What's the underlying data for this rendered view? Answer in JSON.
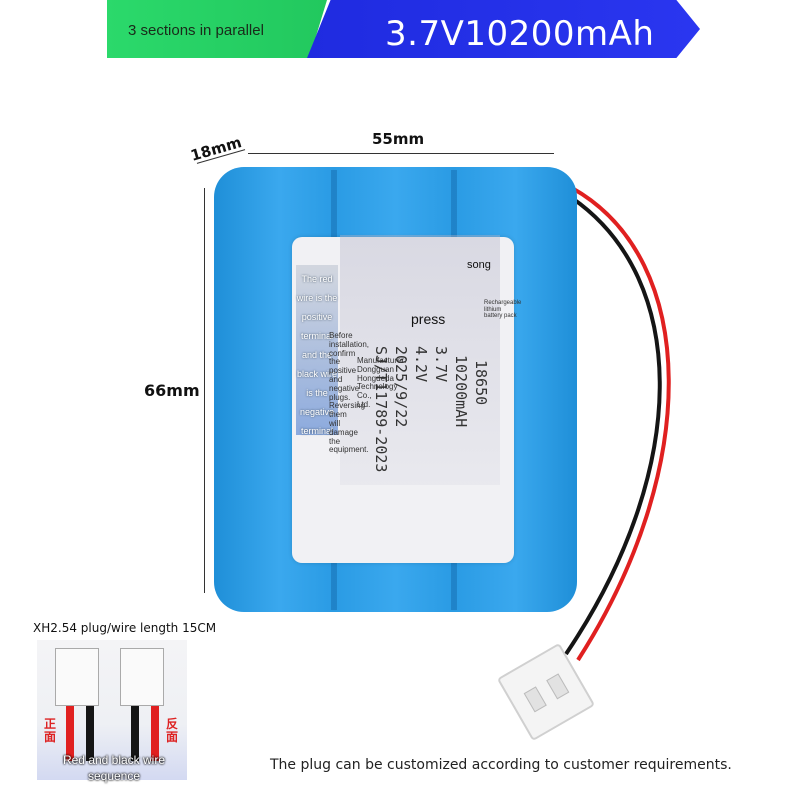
{
  "banner": {
    "left_text": "3 sections in parallel",
    "right_text": "3.7V10200mAh",
    "left_color": "#22c85e",
    "right_color": "#2a36f0"
  },
  "dimensions": {
    "thickness": "18mm",
    "width": "55mm",
    "height": "66mm"
  },
  "battery": {
    "color": "#2a9be4",
    "label": {
      "model": "18650",
      "capacity": "10200mAH",
      "voltage_nominal": "3.7V",
      "voltage_limit": "4.2V",
      "date": "2025/9/22",
      "standard": "SJ/T11789-2023",
      "song": "song",
      "press": "press",
      "red_wire_note": "The red wire is the positive terminal and the black wire is the negative terminal",
      "install_note": "Before installation, confirm the positive and negative plugs. Reversing them will damage the equipment.",
      "manufacturer_note": "Manufacturer: Dongguan Hongdeda Technology Co., Ltd.",
      "type_note": "Rechargeable lithium battery pack"
    }
  },
  "plug": {
    "title": "XH2.54 plug/wire length 15CM",
    "left_cn": "正面",
    "right_cn": "反面",
    "caption": "Red and black wire sequence"
  },
  "footer": {
    "note": "The plug can be customized according to customer requirements."
  }
}
